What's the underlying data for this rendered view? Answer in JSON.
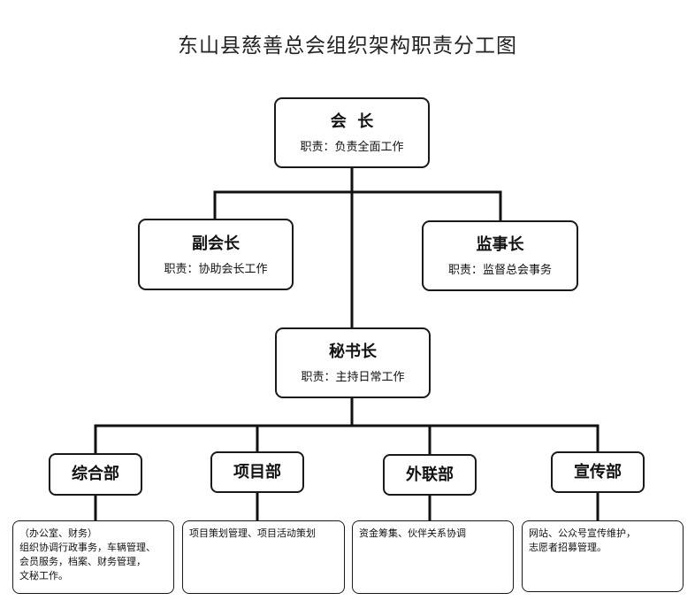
{
  "title": "东山县慈善总会组织架构职责分工图",
  "nodes": {
    "president": {
      "name": "会  长",
      "duty": "职责：负责全面工作"
    },
    "vice_president": {
      "name": "副会长",
      "duty": "职责：协助会长工作"
    },
    "supervisor": {
      "name": "监事长",
      "duty": "职责：监督总会事务"
    },
    "secretary_general": {
      "name": "秘书长",
      "duty": "职责：主持日常工作"
    }
  },
  "departments": [
    {
      "name": "综合部",
      "desc_lines": [
        "（办公室、财务）",
        "组织协调行政事务，车辆管理、",
        "会员服务，档案、财务管理，",
        "文秘工作。"
      ]
    },
    {
      "name": "项目部",
      "desc_lines": [
        "项目策划管理、项目活动策划"
      ]
    },
    {
      "name": "外联部",
      "desc_lines": [
        "资金筹集、伙伴关系协调"
      ]
    },
    {
      "name": "宣传部",
      "desc_lines": [
        "网站、公众号宣传维护，",
        "志愿者招募管理。"
      ]
    }
  ]
}
